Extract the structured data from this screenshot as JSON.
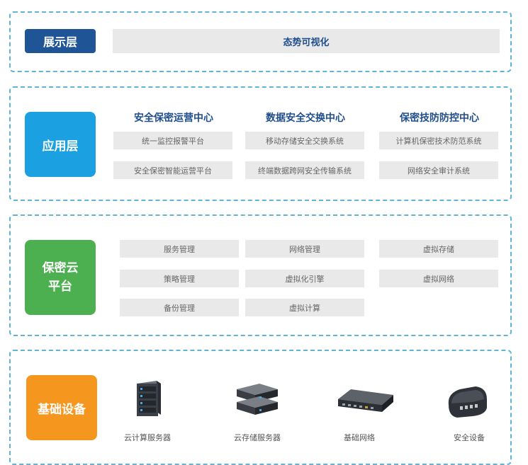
{
  "display_layer": {
    "label": "展示层",
    "content": "态势可视化",
    "label_color": "#1f5596"
  },
  "app_layer": {
    "label": "应用层",
    "label_color": "#1ba1e2",
    "columns": [
      {
        "title": "安全保密运营中心",
        "items": [
          "统一监控报警平台",
          "安全保密智能运营平台"
        ]
      },
      {
        "title": "数据安全交换中心",
        "items": [
          "移动存储安全交换系统",
          "终端数据跨网安全传输系统"
        ]
      },
      {
        "title": "保密技防防控中心",
        "items": [
          "计算机保密技术防范系统",
          "网络安全审计系统"
        ]
      }
    ]
  },
  "cloud_layer": {
    "label_line1": "保密云",
    "label_line2": "平台",
    "label_color": "#4caf50",
    "col1": [
      "服务管理",
      "策略管理",
      "备份管理"
    ],
    "col2": [
      "网络管理",
      "虚拟化引擎",
      "虚拟计算"
    ],
    "col3": [
      "虚拟存储",
      "虚拟网络"
    ]
  },
  "infra_layer": {
    "label": "基础设备",
    "label_color": "#f5961e",
    "devices": [
      {
        "icon": "server-icon",
        "label": "云计算服务器"
      },
      {
        "icon": "storage-server-icon",
        "label": "云存储服务器"
      },
      {
        "icon": "network-device-icon",
        "label": "基础网络"
      },
      {
        "icon": "security-device-icon",
        "label": "安全设备"
      }
    ]
  }
}
